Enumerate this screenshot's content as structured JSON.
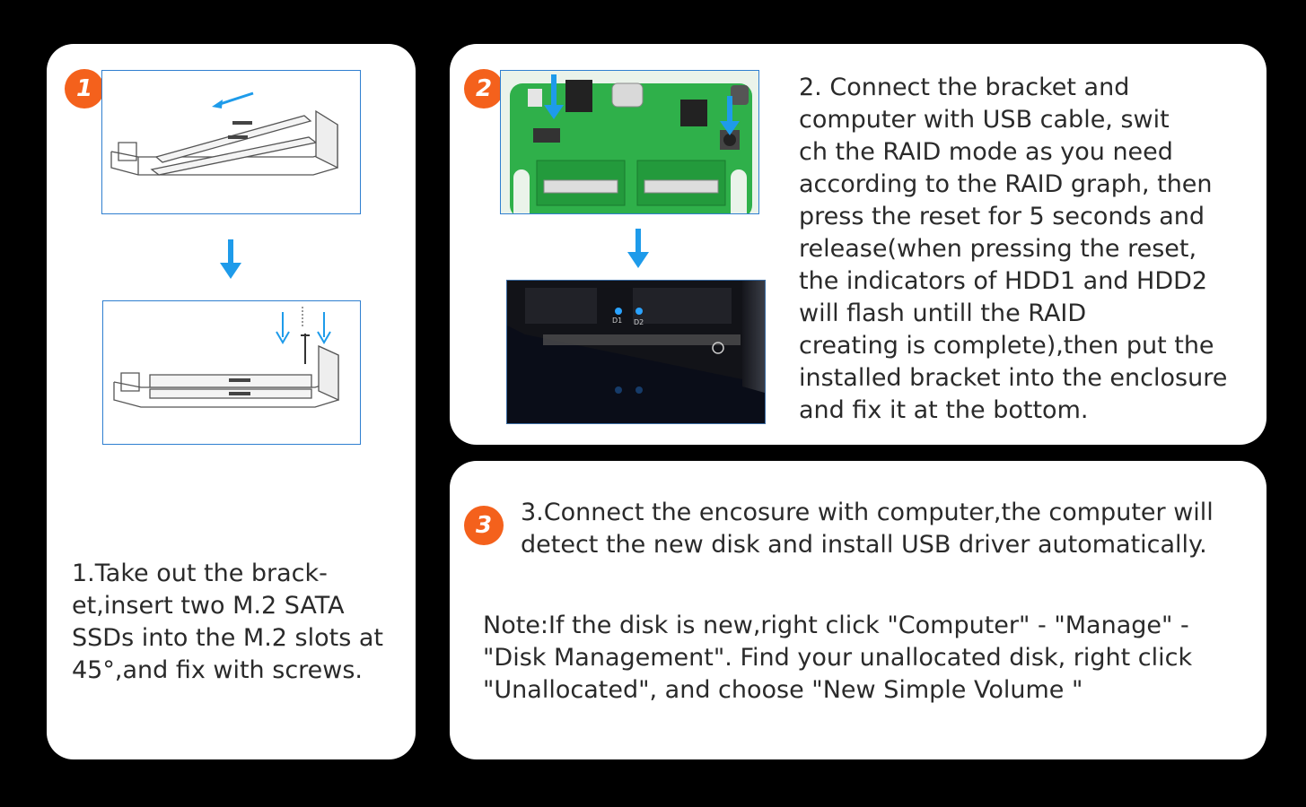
{
  "step1": {
    "badge": "1",
    "text": "1.Take out the brack-\net,insert two M.2 SATA\nSSDs into the M.2 slots at\n45°,and fix with screws."
  },
  "step2": {
    "badge": "2",
    "text": "2. Connect the bracket and\ncomputer with USB cable, swit\nch the RAID mode as you need\naccording to the RAID graph, then\npress the reset for 5 seconds and\nrelease(when pressing the reset,\nthe indicators of HDD1 and HDD2\nwill flash untill the RAID\ncreating is complete),then put the\ninstalled bracket into the enclosure\nand fix it at the bottom.",
    "led1_label": "D1",
    "led2_label": "D2"
  },
  "step3": {
    "badge": "3",
    "text": "3.Connect the encosure with computer,the computer will\ndetect the new disk and install USB driver automatically.",
    "note": "Note:If the disk is new,right click \"Computer\" - \"Manage\" -\n\"Disk Management\". Find your unallocated disk, right click\n\"Unallocated\", and choose \"New Simple Volume \""
  },
  "colors": {
    "badge": "#f4611c",
    "arrow": "#1e9bea",
    "pcb": "#2fb04a",
    "frame": "#2f7fd0"
  }
}
